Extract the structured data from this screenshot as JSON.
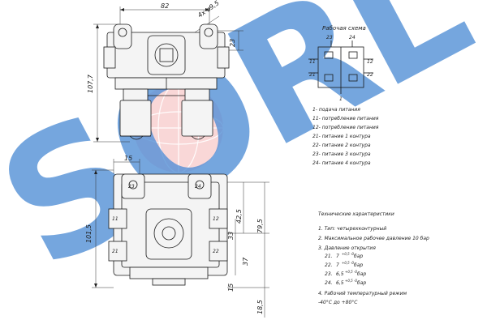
{
  "watermark": {
    "text": "SORL",
    "color": "#3a7fd0",
    "accent": "#e02a2a"
  },
  "top_view": {
    "dim_width": "82",
    "dim_holes": "4x ⌀9,5",
    "dim_side": "23",
    "dim_height": "107,7"
  },
  "front_view": {
    "dim_left": "15",
    "dim_total_left": "101,5",
    "dim_r1": "42,5",
    "dim_r2": "79,5",
    "dim_r3": "33",
    "dim_r4": "37",
    "dim_r5": "15",
    "dim_r6": "18,5",
    "port_labels": {
      "p11": "11",
      "p12": "12",
      "p21": "21",
      "p22": "22",
      "p23": "23",
      "p24": "24"
    }
  },
  "schema": {
    "title": "Рабочая схема",
    "ports": {
      "p23": "23",
      "p24": "24",
      "p11": "11",
      "p12": "12",
      "p21": "21",
      "p22": "22",
      "p1": "1"
    }
  },
  "legend": [
    "1- подача питания",
    "11- потребление питания",
    "12- потребление питания",
    "21- питание 1 контура",
    "22- питание 2 контура",
    "23- питание 3 контура",
    "24- питание 4 контура"
  ],
  "specs": {
    "title": "Технические характеристики",
    "items": [
      "1. Тип: четырехконтурный",
      "2. Максимальное рабочее давление 10 бар",
      "3. Давление открытия"
    ],
    "pressures": [
      {
        "port": "21.",
        "value": "7",
        "tol": "+0,5 -0",
        "unit": "бар"
      },
      {
        "port": "22.",
        "value": "7",
        "tol": "+0,5 -0",
        "unit": "бар"
      },
      {
        "port": "23.",
        "value": "6,5",
        "tol": "+0,5 -0",
        "unit": "бар"
      },
      {
        "port": "24.",
        "value": "6,5",
        "tol": "+0,5 -0",
        "unit": "бар"
      }
    ],
    "temp_item": "4. Рабочий температурный режим",
    "temp_range": "-40°С до +80°С"
  }
}
